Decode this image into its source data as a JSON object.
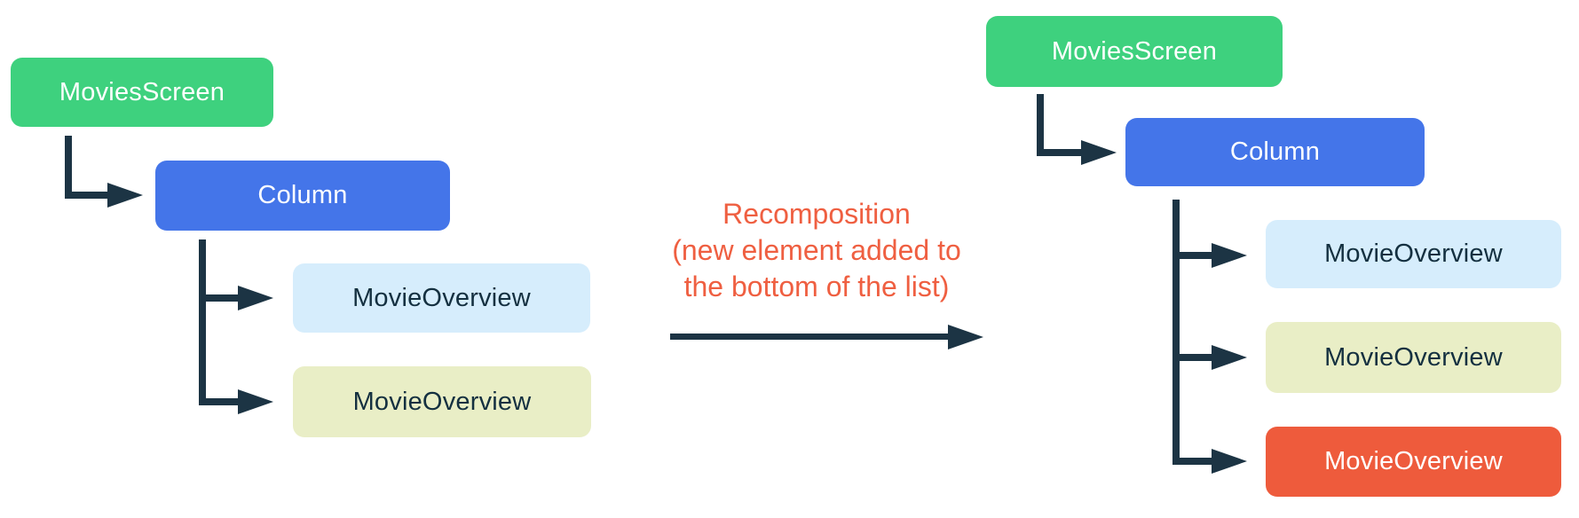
{
  "colors": {
    "background": "#FFFFFF",
    "green": "#3ED17E",
    "blue": "#4475E9",
    "light_blue": "#D6EDFC",
    "pale_yellow": "#E9EEC6",
    "orange": "#EE5B3C",
    "connector": "#1C3444",
    "dark_text": "#143040",
    "light_text": "#FFFFFF",
    "annotation_text": "#EF5F41"
  },
  "left_tree": {
    "root": {
      "label": "MoviesScreen"
    },
    "container": {
      "label": "Column"
    },
    "children": [
      {
        "label": "MovieOverview"
      },
      {
        "label": "MovieOverview"
      }
    ]
  },
  "right_tree": {
    "root": {
      "label": "MoviesScreen"
    },
    "container": {
      "label": "Column"
    },
    "children": [
      {
        "label": "MovieOverview"
      },
      {
        "label": "MovieOverview"
      },
      {
        "label": "MovieOverview"
      }
    ]
  },
  "annotation": {
    "line1": "Recomposition",
    "line2": "(new element added to",
    "line3": "the bottom of the list)"
  }
}
